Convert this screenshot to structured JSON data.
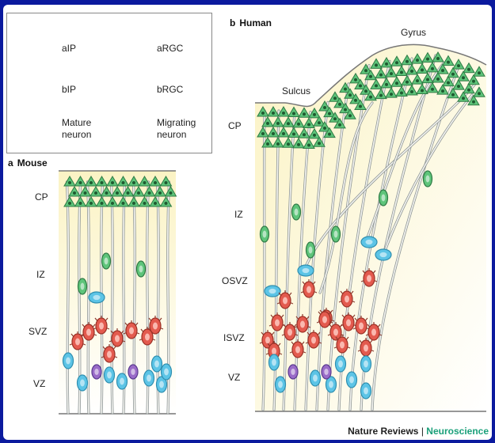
{
  "legend": {
    "items": [
      {
        "key": "aIP",
        "label": "aIP",
        "icon": "apical-intermediate-progenitor-icon"
      },
      {
        "key": "aRGC",
        "label": "aRGC",
        "icon": "apical-radial-glial-cell-icon"
      },
      {
        "key": "bIP",
        "label": "bIP",
        "icon": "basal-intermediate-progenitor-icon"
      },
      {
        "key": "bRGC",
        "label": "bRGC",
        "icon": "basal-radial-glial-cell-icon"
      },
      {
        "key": "mature",
        "label_line1": "Mature",
        "label_line2": "neuron",
        "icon": "mature-neuron-icon"
      },
      {
        "key": "migrating",
        "label_line1": "Migrating",
        "label_line2": "neuron",
        "icon": "migrating-neuron-icon"
      }
    ]
  },
  "panel_a": {
    "letter": "a",
    "title": "Mouse",
    "zones": [
      "CP",
      "IZ",
      "SVZ",
      "VZ"
    ]
  },
  "panel_b": {
    "letter": "b",
    "title": "Human",
    "zones": [
      "CP",
      "IZ",
      "OSVZ",
      "ISVZ",
      "VZ"
    ],
    "sulcus": "Sulcus",
    "gyrus": "Gyrus"
  },
  "footer": {
    "brand": "Nature Reviews",
    "separator": "|",
    "journal": "Neuroscience"
  },
  "colors": {
    "background": "#0b1a9e",
    "cortex_fill": "#fdf7d2",
    "neuron_green": "#5ec47a",
    "ip_red": "#e35a4e",
    "rgc_blue": "#5cc4e6",
    "aip_purple": "#9a6bc8",
    "fiber": "#9aa0a0"
  }
}
